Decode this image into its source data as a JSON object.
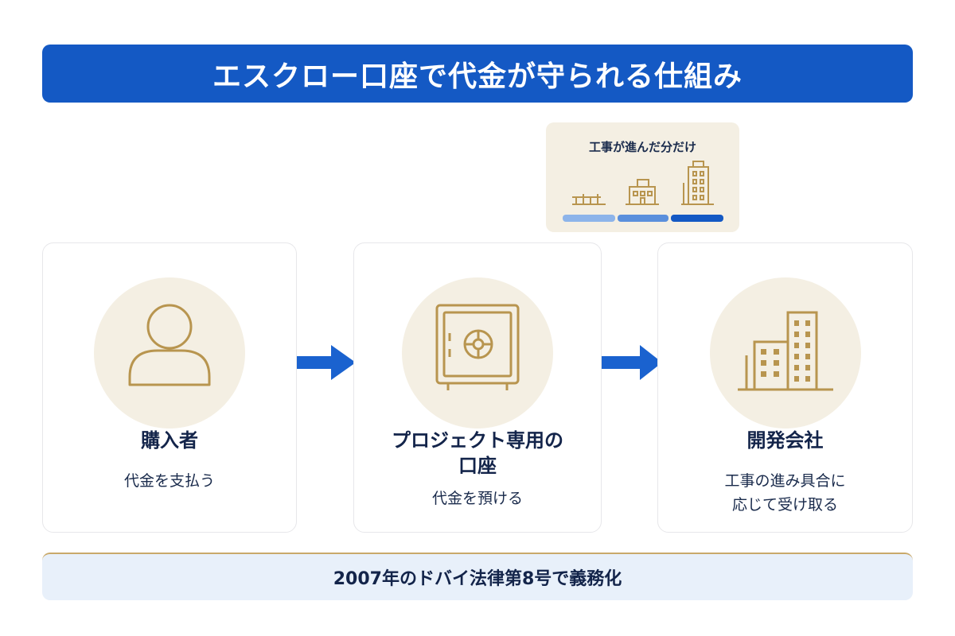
{
  "title": "エスクロー口座で代金が守られる仕組み",
  "progress": {
    "label": "工事が進んだ分だけ",
    "icons": [
      "foundation-icon",
      "low-building-icon",
      "tall-building-icon"
    ]
  },
  "steps": [
    {
      "title": "購入者",
      "subtitle_lines": [
        "代金を支払う"
      ],
      "icon": "person-icon"
    },
    {
      "title_lines": [
        "プロジェクト専用の",
        "口座"
      ],
      "subtitle_lines": [
        "代金を預ける"
      ],
      "icon": "safe-icon"
    },
    {
      "title": "開発会社",
      "subtitle_lines": [
        "工事の進み具合に",
        "応じて受け取る"
      ],
      "icon": "buildings-icon"
    }
  ],
  "footer": "2007年のドバイ法律第8号で義務化",
  "colors": {
    "primary_blue": "#1459c4",
    "gold": "#b8954f",
    "cream": "#f4efe3",
    "navy_text": "#13244a",
    "footer_bg": "#e8f0fa"
  }
}
